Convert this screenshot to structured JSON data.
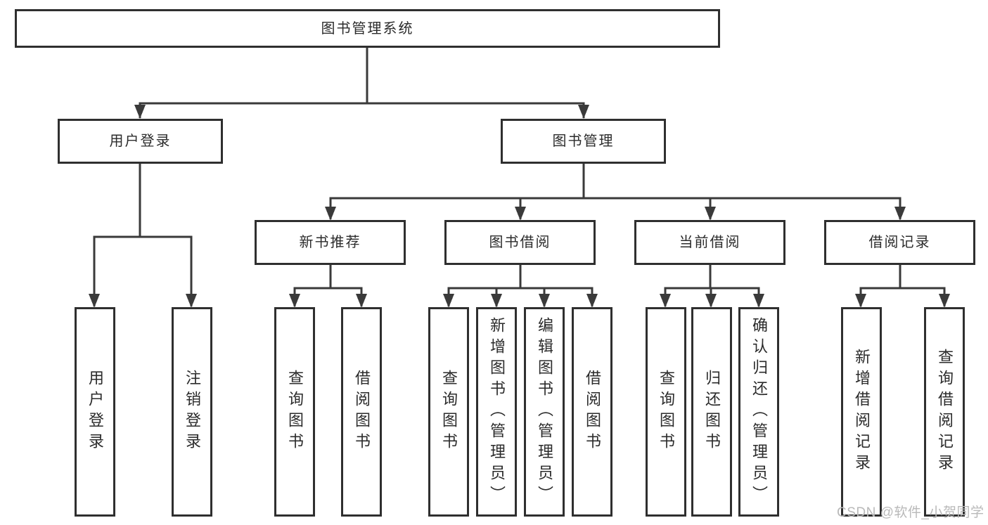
{
  "diagram": {
    "root": {
      "label": "图书管理系统"
    },
    "level1": [
      {
        "label": "用户登录"
      },
      {
        "label": "图书管理"
      }
    ],
    "login_children": [
      {
        "label": "用户登录"
      },
      {
        "label": "注销登录"
      }
    ],
    "sections": [
      {
        "label": "新书推荐",
        "children": [
          {
            "label": "查询图书"
          },
          {
            "label": "借阅图书"
          }
        ]
      },
      {
        "label": "图书借阅",
        "children": [
          {
            "label": "查询图书"
          },
          {
            "label": "新增图书（管理员）"
          },
          {
            "label": "编辑图书（管理员）"
          },
          {
            "label": "借阅图书"
          }
        ]
      },
      {
        "label": "当前借阅",
        "children": [
          {
            "label": "查询图书"
          },
          {
            "label": "归还图书"
          },
          {
            "label": "确认归还（管理员）"
          }
        ]
      },
      {
        "label": "借阅记录",
        "children": [
          {
            "label": "新增借阅记录"
          },
          {
            "label": "查询借阅记录"
          }
        ]
      }
    ]
  },
  "watermark": {
    "text": "CSDN @软件_小贺同学"
  },
  "colors": {
    "line": "#3a3a3a",
    "box_border": "#2f2f2f",
    "text": "#2b2b2b",
    "watermark": "#b9b9b9",
    "background": "#ffffff"
  }
}
